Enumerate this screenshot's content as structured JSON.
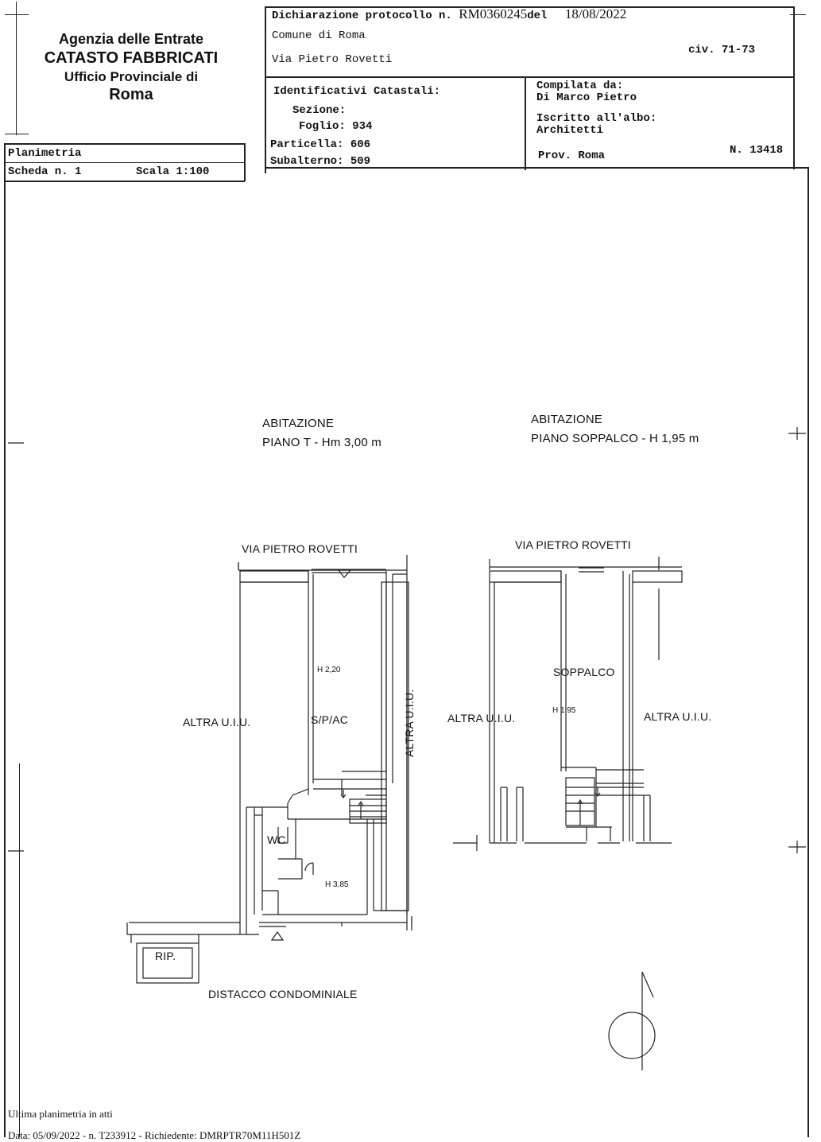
{
  "header": {
    "agency": [
      "Agenzia delle Entrate",
      "CATASTO FABBRICATI",
      "Ufficio Provinciale di",
      "Roma"
    ],
    "protocol_label": "Dichiarazione protocollo n.",
    "protocol_number": "RM0360245",
    "protocol_del": "del",
    "protocol_date": "18/08/2022",
    "comune": "Comune di Roma",
    "street": "Via Pietro Rovetti",
    "civico": "civ. 71-73",
    "identificativi_label": "Identificativi Catastali:",
    "sezione": "Sezione:",
    "foglio": "Foglio: 934",
    "particella": "Particella: 606",
    "subalterno": "Subalterno: 509",
    "compilata_label": "Compilata da:",
    "compilata_name": "Di Marco Pietro",
    "iscritto_label": "Iscritto all'albo:",
    "iscritto_value": "Architetti",
    "prov": "Prov. Roma",
    "numero": "N. 13418",
    "planimetria": "Planimetria",
    "scheda": "Scheda n. 1",
    "scala": "Scala 1:100"
  },
  "plan": {
    "left_title": "ABITAZIONE",
    "left_subtitle": "PIANO T - Hm 3,00 m",
    "right_title": "ABITAZIONE",
    "right_subtitle": "PIANO SOPPALCO - H 1,95 m",
    "street_left": "VIA PIETRO ROVETTI",
    "street_right": "VIA PIETRO ROVETTI",
    "altra_left": "ALTRA U.I.U.",
    "altra_vertical": "ALTRA U.I.U.",
    "altra_right_a": "ALTRA U.I.U.",
    "altra_right_b": "ALTRA U.I.U.",
    "h220": "H 2,20",
    "spac": "S/P/AC",
    "wc": "WC",
    "h385": "H 3,85",
    "rip": "RIP.",
    "distacco": "DISTACCO CONDOMINIALE",
    "soppalco": "SOPPALCO",
    "h195": "H 1,95"
  },
  "footer": {
    "ultima": "Ultima planimetria in atti",
    "data_line": "Data: 05/09/2022 - n. T233912 - Richiedente: DMRPTR70M11H501Z"
  }
}
